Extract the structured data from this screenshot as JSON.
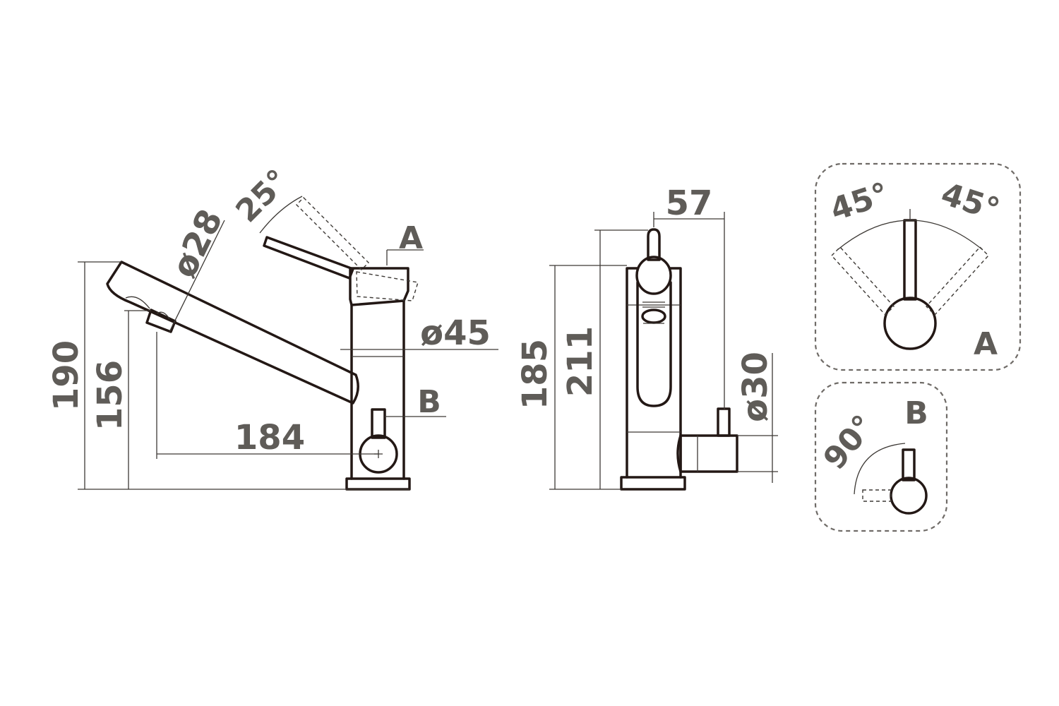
{
  "side_view": {
    "height_overall": "190",
    "height_spout": "156",
    "reach": "184",
    "spout_diameter": "ø28",
    "body_diameter": "ø45",
    "lever_tilt": "25°",
    "label_a": "A",
    "label_b": "B"
  },
  "front_view": {
    "width": "57",
    "height_body": "185",
    "height_total": "211",
    "valve_diameter": "ø30"
  },
  "detail_a": {
    "label": "A",
    "angle_left": "45°",
    "angle_right": "45°"
  },
  "detail_b": {
    "label": "B",
    "angle": "90°"
  },
  "colors": {
    "line": "#231815",
    "dimension_text": "#5f5c58",
    "frame": "#6f6b67"
  }
}
